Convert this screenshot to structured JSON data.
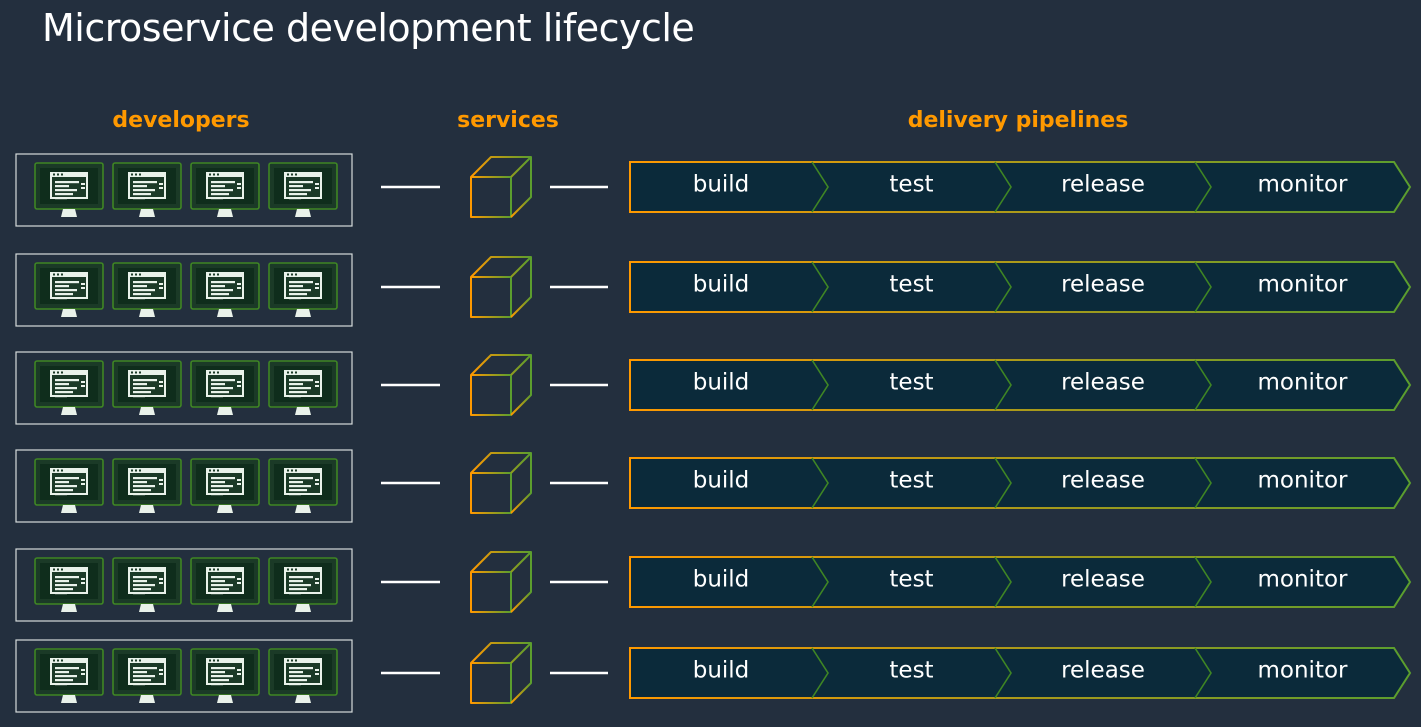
{
  "title": "Microservice development lifecycle",
  "columns": {
    "developers": "developers",
    "services": "services",
    "delivery_pipelines": "delivery pipelines"
  },
  "stages": [
    "build",
    "test",
    "release",
    "monitor"
  ],
  "rows": 6,
  "monitors_per_row": 4,
  "colors": {
    "background": "#232f3e",
    "accent_orange": "#ff9900",
    "accent_green": "#3f8624",
    "stage_fill": "#0b2a3a",
    "text": "#ffffff"
  },
  "icons": {
    "developer": "monitor-icon",
    "service": "cube-icon",
    "connector": "line"
  }
}
